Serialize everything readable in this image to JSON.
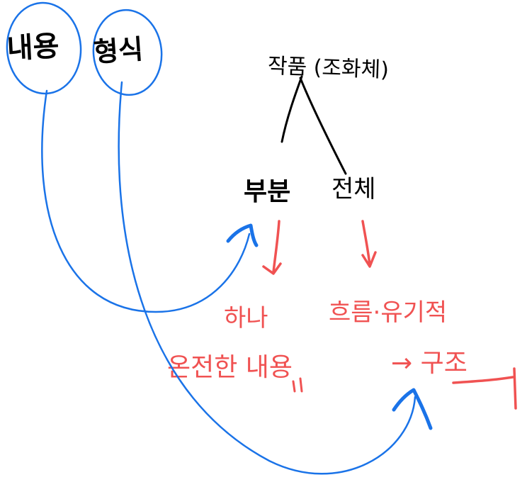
{
  "labels": {
    "content": "내용",
    "form": "형식",
    "literature": "작품 (조화체)",
    "part": "부분",
    "whole": "전체",
    "part_result_1": "하나",
    "part_result_2": "온전한 내용",
    "whole_result_1": "흐름·유기적",
    "whole_result_2": "→ 구조"
  },
  "colors": {
    "ink": "#000000",
    "red": "#f05252",
    "blue": "#1a73e8"
  }
}
